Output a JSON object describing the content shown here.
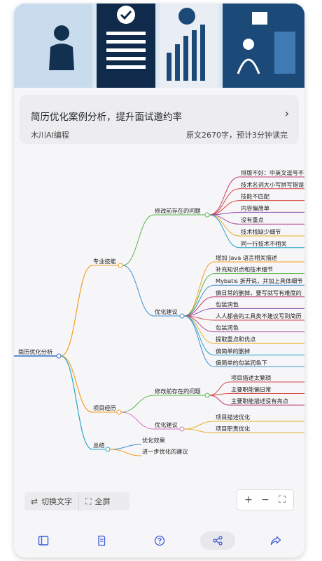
{
  "article": {
    "title": "简历优化案例分析，提升面试邀约率",
    "author": "木川AI编程",
    "meta": "原文2670字，预计3分钟读完"
  },
  "mindmap": {
    "root": "简历优化分析",
    "branches": [
      {
        "label": "专业技能",
        "color": "#f59e1f",
        "children": [
          {
            "label": "修改前存在的问题",
            "color": "#5ab54a",
            "leaves": [
              {
                "label": "排版不好：中英文逗号不",
                "color": "#c23b6f"
              },
              {
                "label": "技术名词大小写拼写错误",
                "color": "#d34a4a"
              },
              {
                "label": "技能不匹配",
                "color": "#d9453f"
              },
              {
                "label": "内容偏简单",
                "color": "#8e4fb4"
              },
              {
                "label": "没有重点",
                "color": "#b04f9b"
              },
              {
                "label": "技术栈缺少细节",
                "color": "#e8b12a"
              },
              {
                "label": "同一行技术不相关",
                "color": "#28a6c8"
              }
            ]
          },
          {
            "label": "优化建议",
            "color": "#3f8fd1",
            "leaves": [
              {
                "label": "增加 Java 语言相关描述",
                "color": "#f59e1f"
              },
              {
                "label": "补充知识点和技术细节",
                "color": "#5ab54a"
              },
              {
                "label": "Mybatis 拆开说，并加上具体细节",
                "color": "#3f8fd1"
              },
              {
                "label": "偏日常的删掉，要写就写有难度的",
                "color": "#c23b6f"
              },
              {
                "label": "包装润色",
                "color": "#8e4fb4"
              },
              {
                "label": "人人都会的工具类不建议写到简历",
                "color": "#d34a4a"
              },
              {
                "label": "包装润色",
                "color": "#b04f9b"
              },
              {
                "label": "提取重点和优点",
                "color": "#e8b12a"
              },
              {
                "label": "偏简单的删掉",
                "color": "#28a6c8"
              },
              {
                "label": "偏简单的包装润色下",
                "color": "#3f8fd1"
              }
            ]
          }
        ]
      },
      {
        "label": "项目经历",
        "color": "#f59e1f",
        "children": [
          {
            "label": "修改前存在的问题",
            "color": "#5ab54a",
            "leaves": [
              {
                "label": "项目描述太繁琐",
                "color": "#d34a4a"
              },
              {
                "label": "主要职能偏日常",
                "color": "#d9453f"
              },
              {
                "label": "主要职能描述没有亮点",
                "color": "#c23b6f"
              }
            ]
          },
          {
            "label": "优化建议",
            "color": "#d46fc8",
            "leaves": [
              {
                "label": "项目描述优化",
                "color": "#e8b12a"
              },
              {
                "label": "项目职责优化",
                "color": "#e8b12a"
              }
            ]
          }
        ]
      },
      {
        "label": "总结",
        "color": "#28a6c8",
        "children": [
          {
            "label": "优化效果",
            "color": "#3f8fd1",
            "leaves": []
          },
          {
            "label": "进一步优化的建议",
            "color": "#f59e1f",
            "leaves": []
          }
        ]
      }
    ]
  },
  "toolbar": {
    "toggle_text_icon": "⇄",
    "toggle_text_label": "切换文字",
    "fullscreen_icon": "⛶",
    "fullscreen_label": "全屏"
  },
  "zoom": {
    "zoom_in": "+",
    "zoom_out": "−",
    "fit": "⛶"
  },
  "nav": {
    "icons": [
      "sidebar-icon",
      "notes-icon",
      "help-icon",
      "mindmap-icon",
      "share-icon"
    ],
    "accent": "#3a5bd9",
    "active_index": 3
  }
}
